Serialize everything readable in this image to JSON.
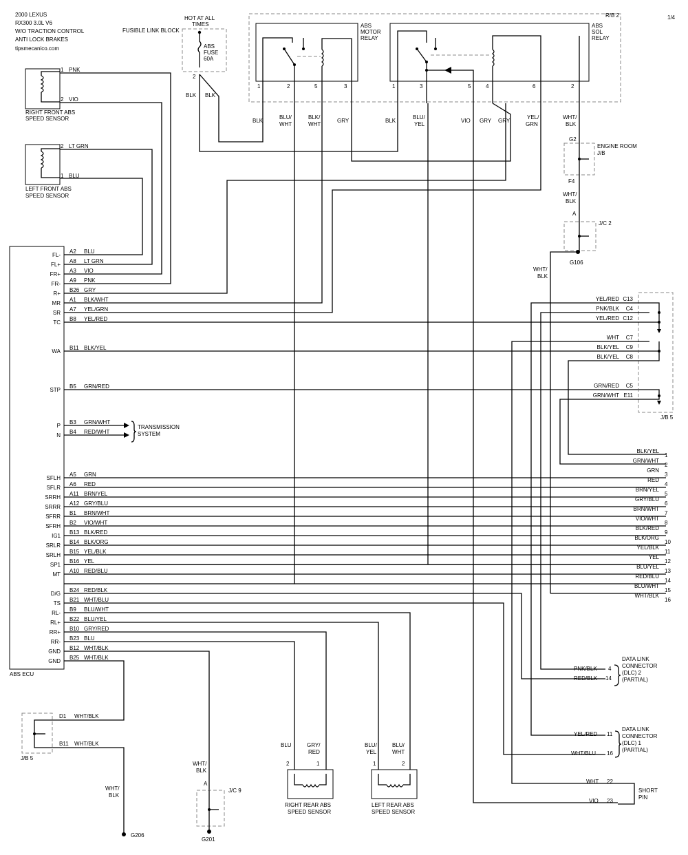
{
  "header": {
    "title_lines": [
      "2000 LEXUS",
      "RX300  3.0L  V6",
      "W/O  TRACTION CONTROL",
      "ANTI LOCK BRAKES"
    ],
    "website": "tipsmecanico.com",
    "page": "1/4"
  },
  "fusible_link": {
    "block_label": "FUSIBLE LINK BLOCK",
    "hot_label": [
      "HOT AT ALL",
      "TIMES"
    ],
    "fuse_label": [
      "ABS",
      "FUSE",
      "60A"
    ],
    "pin": "2",
    "wire_left": "BLK",
    "wire_right": "BLK"
  },
  "rb2": {
    "label": "R/B 2",
    "motor_relay": {
      "label": [
        "ABS",
        "MOTOR",
        "RELAY"
      ],
      "pins": [
        "1",
        "2",
        "5",
        "3"
      ],
      "wires": [
        "BLK",
        "BLU/\nWHT",
        "BLK/\nWHT",
        "GRY"
      ]
    },
    "sol_relay": {
      "label": [
        "ABS",
        "SOL",
        "RELAY"
      ],
      "pins": [
        "1",
        "3",
        "5",
        "4",
        "6",
        "2"
      ],
      "wires": [
        "BLK",
        "BLU/\nYEL",
        "VIO",
        "GRY",
        "GRY",
        "YEL/\nGRN",
        "WHT/\nBLK"
      ]
    }
  },
  "engine_room_jb": {
    "label": [
      "ENGINE ROOM",
      "J/B"
    ],
    "pin_top": "G2",
    "pin_bottom": "F4",
    "wire": [
      "WHT/",
      "BLK"
    ]
  },
  "jc2": {
    "label": "J/C 2",
    "pin": "A",
    "ground": "G106",
    "wire": [
      "WHT/",
      "BLK"
    ]
  },
  "sensors": {
    "right_front": {
      "label": [
        "RIGHT FRONT ABS",
        "SPEED SENSOR"
      ],
      "pins": [
        {
          "num": "1",
          "wire": "PNK"
        },
        {
          "num": "2",
          "wire": "VIO"
        }
      ]
    },
    "left_front": {
      "label": [
        "LEFT FRONT ABS",
        "SPEED SENSOR"
      ],
      "pins": [
        {
          "num": "2",
          "wire": "LT GRN"
        },
        {
          "num": "1",
          "wire": "BLU"
        }
      ]
    },
    "right_rear": {
      "label": [
        "RIGHT REAR ABS",
        "SPEED SENSOR"
      ],
      "pins": [
        "2",
        "1"
      ],
      "wires": [
        "BLU",
        "GRY/\nRED"
      ]
    },
    "left_rear": {
      "label": [
        "LEFT REAR ABS",
        "SPEED SENSOR"
      ],
      "pins": [
        "1",
        "2"
      ],
      "wires": [
        "BLU/\nYEL",
        "BLU/\nWHT"
      ]
    }
  },
  "ecu": {
    "label": "ABS ECU",
    "rows": [
      {
        "name": "FL-",
        "pin": "A2",
        "wire": "BLU"
      },
      {
        "name": "FL+",
        "pin": "A8",
        "wire": "LT GRN"
      },
      {
        "name": "FR+",
        "pin": "A3",
        "wire": "VIO"
      },
      {
        "name": "FR-",
        "pin": "A9",
        "wire": "PNK"
      },
      {
        "name": "R+",
        "pin": "B26",
        "wire": "GRY"
      },
      {
        "name": "MR",
        "pin": "A1",
        "wire": "BLK/WHT"
      },
      {
        "name": "SR",
        "pin": "A7",
        "wire": "YEL/GRN"
      },
      {
        "name": "TC",
        "pin": "B8",
        "wire": "YEL/RED"
      },
      {
        "name": "WA",
        "pin": "B11",
        "wire": "BLK/YEL"
      },
      {
        "name": "STP",
        "pin": "B5",
        "wire": "GRN/RED"
      },
      {
        "name": "P",
        "pin": "B3",
        "wire": "GRN/WHT"
      },
      {
        "name": "N",
        "pin": "B4",
        "wire": "RED/WHT"
      },
      {
        "name": "SFLH",
        "pin": "A5",
        "wire": "GRN"
      },
      {
        "name": "SFLR",
        "pin": "A6",
        "wire": "RED"
      },
      {
        "name": "SRRH",
        "pin": "A11",
        "wire": "BRN/YEL"
      },
      {
        "name": "SRRR",
        "pin": "A12",
        "wire": "GRY/BLU"
      },
      {
        "name": "SFRR",
        "pin": "B1",
        "wire": "BRN/WHT"
      },
      {
        "name": "SFRH",
        "pin": "B2",
        "wire": "VIO/WHT"
      },
      {
        "name": "IG1",
        "pin": "B13",
        "wire": "BLK/RED"
      },
      {
        "name": "SRLR",
        "pin": "B14",
        "wire": "BLK/ORG"
      },
      {
        "name": "SRLH",
        "pin": "B15",
        "wire": "YEL/BLK"
      },
      {
        "name": "SP1",
        "pin": "B16",
        "wire": "YEL"
      },
      {
        "name": "MT",
        "pin": "A10",
        "wire": "RED/BLU"
      },
      {
        "name": "D/G",
        "pin": "B24",
        "wire": "RED/BLK"
      },
      {
        "name": "TS",
        "pin": "B21",
        "wire": "WHT/BLU"
      },
      {
        "name": "RL-",
        "pin": "B9",
        "wire": "BLU/WHT"
      },
      {
        "name": "RL+",
        "pin": "B22",
        "wire": "BLU/YEL"
      },
      {
        "name": "RR+",
        "pin": "B10",
        "wire": "GRY/RED"
      },
      {
        "name": "RR-",
        "pin": "B23",
        "wire": "BLU"
      },
      {
        "name": "GND",
        "pin": "B12",
        "wire": "WHT/BLK"
      },
      {
        "name": "GND",
        "pin": "B25",
        "wire": "WHT/BLK"
      }
    ]
  },
  "transmission": [
    "TRANSMISSION",
    "SYSTEM"
  ],
  "jb5": {
    "label": "J/B 5",
    "rows": [
      {
        "wire": "YEL/RED",
        "pin": "C13"
      },
      {
        "wire": "PNK/BLK",
        "pin": "C4"
      },
      {
        "wire": "YEL/RED",
        "pin": "C12"
      },
      {
        "wire": "WHT",
        "pin": "C7"
      },
      {
        "wire": "BLK/YEL",
        "pin": "C9"
      },
      {
        "wire": "BLK/YEL",
        "pin": "C8"
      },
      {
        "wire": "GRN/RED",
        "pin": "C5"
      },
      {
        "wire": "GRN/WHT",
        "pin": "E11"
      }
    ]
  },
  "continued": [
    {
      "wire": "BLK/YEL",
      "num": "1"
    },
    {
      "wire": "GRN/WHT",
      "num": "2"
    },
    {
      "wire": "GRN",
      "num": "3"
    },
    {
      "wire": "RED",
      "num": "4"
    },
    {
      "wire": "BRN/YEL",
      "num": "5"
    },
    {
      "wire": "GRY/BLU",
      "num": "6"
    },
    {
      "wire": "BRN/WHT",
      "num": "7"
    },
    {
      "wire": "VIO/WHT",
      "num": "8"
    },
    {
      "wire": "BLK/RED",
      "num": "9"
    },
    {
      "wire": "BLK/ORG",
      "num": "10"
    },
    {
      "wire": "YEL/BLK",
      "num": "11"
    },
    {
      "wire": "YEL",
      "num": "12"
    },
    {
      "wire": "BLU/YEL",
      "num": "13"
    },
    {
      "wire": "RED/BLU",
      "num": "14"
    },
    {
      "wire": "BLU/WHT",
      "num": "15"
    },
    {
      "wire": "WHT/BLK",
      "num": "16"
    }
  ],
  "dlc2": {
    "label": [
      "DATA LINK",
      "CONNECTOR",
      "(DLC) 2",
      "(PARTIAL)"
    ],
    "rows": [
      {
        "wire": "PNK/BLK",
        "pin": "4"
      },
      {
        "wire": "RED/BLK",
        "pin": "14"
      }
    ]
  },
  "dlc1": {
    "label": [
      "DATA LINK",
      "CONNECTOR",
      "(DLC) 1",
      "(PARTIAL)"
    ],
    "rows": [
      {
        "wire": "YEL/RED",
        "pin": "11"
      },
      {
        "wire": "WHT/BLU",
        "pin": "16"
      }
    ]
  },
  "short_pin": {
    "label": [
      "SHORT",
      "PIN"
    ],
    "rows": [
      {
        "wire": "WHT",
        "pin": "22"
      },
      {
        "wire": "VIO",
        "pin": "23"
      }
    ]
  },
  "jb5_lower": {
    "label": "J/B 5",
    "rows": [
      {
        "pin": "D1",
        "wire": "WHT/BLK"
      },
      {
        "pin": "B11",
        "wire": "WHT/BLK"
      }
    ]
  },
  "ground_wire": [
    "WHT/",
    "BLK"
  ],
  "ground_g206": "G206",
  "jc9": {
    "label": "J/C 9",
    "pin": "A",
    "ground": "G201",
    "wire": [
      "WHT/",
      "BLK"
    ]
  }
}
